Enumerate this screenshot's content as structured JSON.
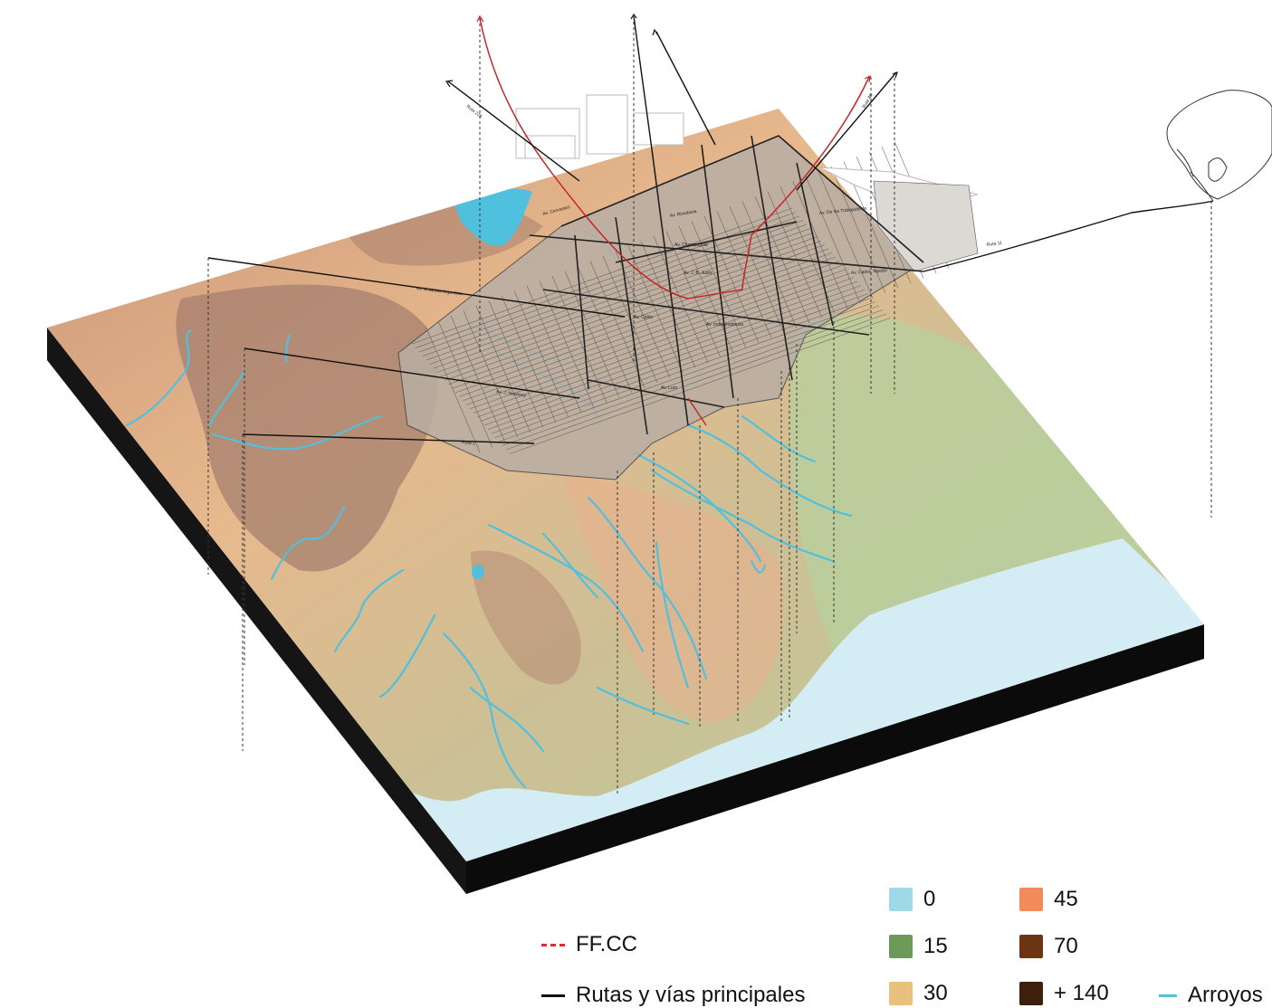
{
  "map": {
    "street_labels": [
      "Av. Cervantes",
      "Av. Rivadavia",
      "Av. Antártida Argentina",
      "Av. Champagnat",
      "Av. J. B. Justo",
      "Av. Independencia",
      "Av. Colón",
      "Av. Luro",
      "Av. J. Newbery",
      "Av. Carlos Tejedor",
      "Av. De los Trabajadores",
      "Ruta 11",
      "Ruta 2",
      "Ruta 226",
      "Ruta 88"
    ],
    "colors": {
      "sea": "#d4ecf3",
      "lowland": "#b9cf9e",
      "mid": "#e7b98d",
      "high": "#c99276",
      "peak": "#9e7a69",
      "rivers": "#4fc0dd",
      "railway": "#d42a2a",
      "roads": "#111111",
      "slab": "#151515"
    }
  },
  "legend": {
    "elevation": [
      {
        "label": "0",
        "color": "#9fd8e6"
      },
      {
        "label": "15",
        "color": "#6d9a58"
      },
      {
        "label": "30",
        "color": "#e8c17e"
      },
      {
        "label": "45",
        "color": "#f28b5c"
      },
      {
        "label": "70",
        "color": "#6b3413"
      },
      {
        "label": "+ 140",
        "color": "#3e1f0c"
      }
    ],
    "railway": {
      "label": "FF.CC",
      "color": "#e52a2a"
    },
    "roads": {
      "label": "Rutas y vías principales",
      "color": "#111111"
    },
    "streams": {
      "label": "Arroyos",
      "color": "#4fc0dd"
    }
  }
}
